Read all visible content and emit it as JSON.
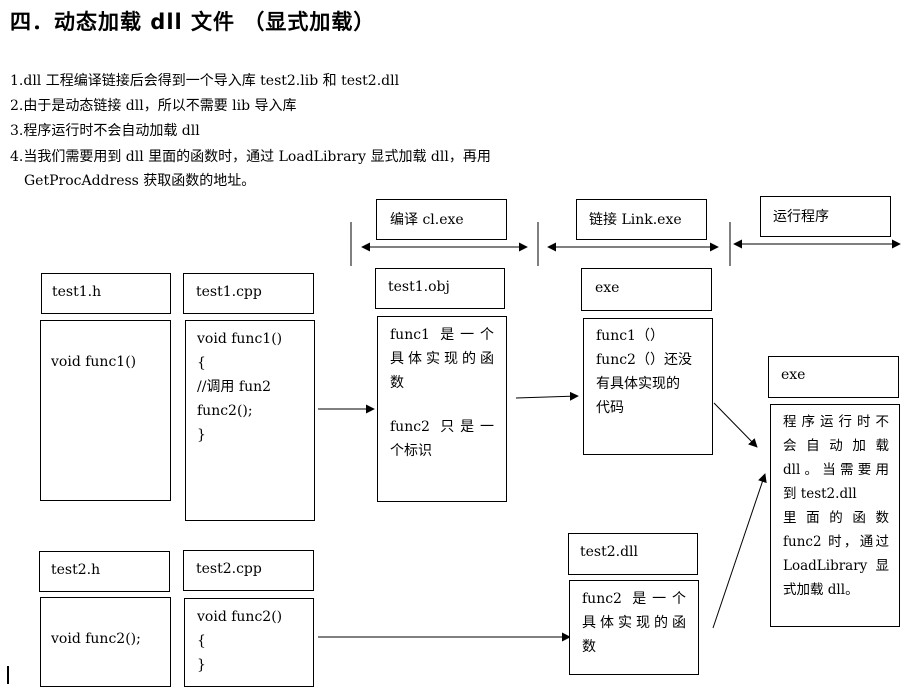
{
  "title": "四．动态加载 dll 文件  （显式加载）",
  "notes": [
    "1.dll 工程编译链接后会得到一个导入库 test2.lib  和  test2.dll",
    "2.由于是动态链接 dll，所以不需要 lib 导入库",
    "3.程序运行时不会自动加载 dll",
    "4.当我们需要用到 dll 里面的函数时，通过 LoadLibrary 显式加载 dll，再用",
    "GetProcAddress 获取函数的地址。"
  ],
  "stages": {
    "compile": "编译  cl.exe",
    "link": "链接  Link.exe",
    "run": "运行程序"
  },
  "test1h": {
    "header": "test1.h",
    "body": "void func1()"
  },
  "test1cpp": {
    "header": "test1.cpp",
    "lines": [
      "void func1()",
      "{",
      "//调用 fun2",
      "func2();",
      "}"
    ]
  },
  "test1obj": {
    "header": "test1.obj",
    "lines": [
      "func1  是一个",
      "具体实现的函",
      "数",
      "",
      "func2  只是一",
      "个标识"
    ]
  },
  "exe_mid": {
    "header": "exe",
    "lines": [
      "func1（）",
      "func2（）还没",
      "有具体实现的",
      "代码"
    ]
  },
  "exe_right": {
    "header": "exe",
    "lines": [
      "程序运行时不",
      "会自动加载",
      "dll。当需要用",
      "到 test2.dll",
      "里面的函数",
      "func2 时，通过",
      "LoadLibrary 显",
      "式加载 dll。"
    ]
  },
  "test2h": {
    "header": "test2.h",
    "body": "void func2();"
  },
  "test2cpp": {
    "header": "test2.cpp",
    "lines": [
      "void func2()",
      "{",
      "}"
    ]
  },
  "test2dll": {
    "header": "test2.dll",
    "lines": [
      "func2  是一个",
      "具体实现的函",
      "数"
    ]
  }
}
